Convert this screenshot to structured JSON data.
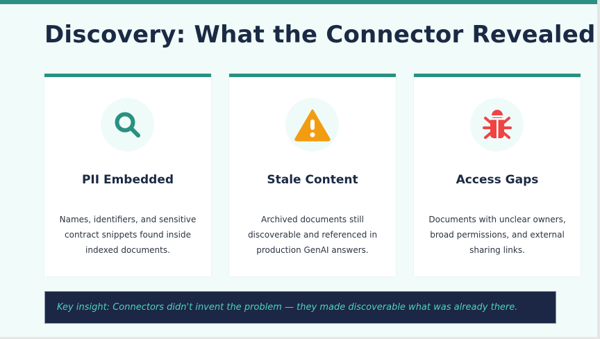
{
  "title": "Discovery: What the Connector Revealed",
  "cards": [
    {
      "icon": "search-icon",
      "title": "PII Embedded",
      "description": "Names, identifiers, and sensitive contract snippets found inside indexed documents.",
      "color": "#2a9182"
    },
    {
      "icon": "warning-icon",
      "title": "Stale Content",
      "description": "Archived documents still discoverable and referenced in production GenAI answers.",
      "color": "#f29c12"
    },
    {
      "icon": "bug-icon",
      "title": "Access Gaps",
      "description": "Documents with unclear owners, broad permissions, and external sharing links.",
      "color": "#ee4444"
    }
  ],
  "insight": "Key insight: Connectors didn't invent the problem — they made discoverable what was already there."
}
